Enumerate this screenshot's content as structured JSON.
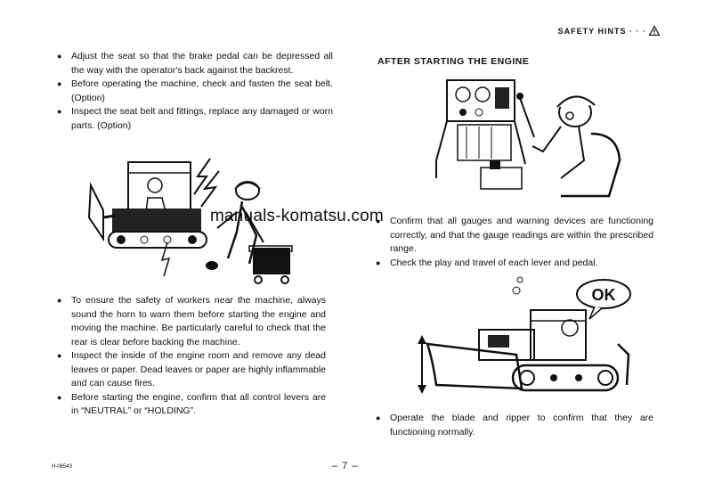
{
  "header": {
    "text": "SAFETY HINTS · · ·",
    "icon": "warning-triangle-icon"
  },
  "left": {
    "top_bullets": [
      "Adjust the seat so that the brake pedal can be depressed all the way with the operator's back against the backrest.",
      "Before operating the machine, check and fasten the seat belt. (Option)",
      "Inspect the seat belt and fittings, replace any damaged or worn parts. (Option)"
    ],
    "bottom_bullets": [
      "To ensure the safety of workers near the machine, always sound the horn to warn them before starting the engine and moving the machine. Be particularly careful to check that the rear is clear before backing the machine.",
      "Inspect the inside of the engine room and remove any dead leaves or paper. Dead leaves or paper are highly inflammable and can cause fires.",
      "Before starting the engine, confirm that all control levers are in “NEUTRAL” or “HOLDING”."
    ]
  },
  "right": {
    "section_title": "AFTER STARTING THE ENGINE",
    "mid_bullets": [
      "Confirm that all gauges and warning devices are functioning correctly, and that the gauge readings are within the prescribed range.",
      "Check the play and travel of each lever and pedal."
    ],
    "bottom_bullets": [
      "Operate the blade and ripper to confirm that they are functioning normally."
    ],
    "ok_bubble": "OK"
  },
  "watermark": "manuals-komatsu.com",
  "footer": {
    "code": "H-06543",
    "page": "– 7 –"
  }
}
